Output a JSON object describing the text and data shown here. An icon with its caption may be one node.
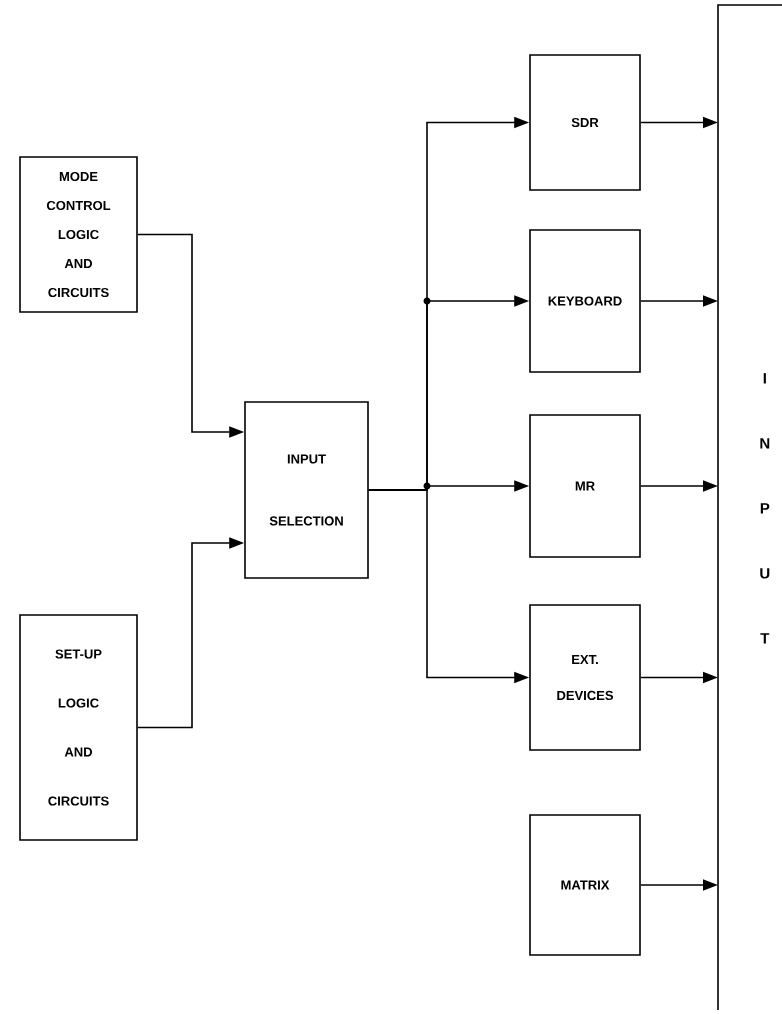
{
  "diagram": {
    "nodes": [
      {
        "text": [
          "MODE CONTROL LOGIC AND CIRCUITS"
        ]
      },
      {
        "text": [
          "SET-UP LOGIC AND CIRCUITS"
        ]
      },
      {
        "text": [
          "INPUT SELECTION"
        ]
      },
      {
        "text": [
          "SDR"
        ]
      },
      {
        "text": [
          "KEYBOARD"
        ]
      },
      {
        "text": [
          "MR"
        ]
      },
      {
        "text": [
          "EXT. DEVICES"
        ]
      },
      {
        "text": [
          "MATRIX"
        ]
      },
      {
        "text": [
          "I N P U T"
        ]
      }
    ],
    "edges": [
      {
        "from": 0,
        "to": 2,
        "arrow": "to"
      },
      {
        "from": 1,
        "to": 2,
        "arrow": "to"
      },
      {
        "from": 2,
        "to": 3,
        "arrow": "to"
      },
      {
        "from": 2,
        "to": 4,
        "arrow": "to"
      },
      {
        "from": 2,
        "to": 5,
        "arrow": "to"
      },
      {
        "from": 2,
        "to": 6,
        "arrow": "to"
      },
      {
        "from": 3,
        "to": 8,
        "arrow": "to"
      },
      {
        "from": 4,
        "to": 8,
        "arrow": "to"
      },
      {
        "from": 5,
        "to": 8,
        "arrow": "to"
      },
      {
        "from": 6,
        "to": 8,
        "arrow": "to"
      },
      {
        "from": 7,
        "to": 8,
        "arrow": "to"
      }
    ]
  }
}
